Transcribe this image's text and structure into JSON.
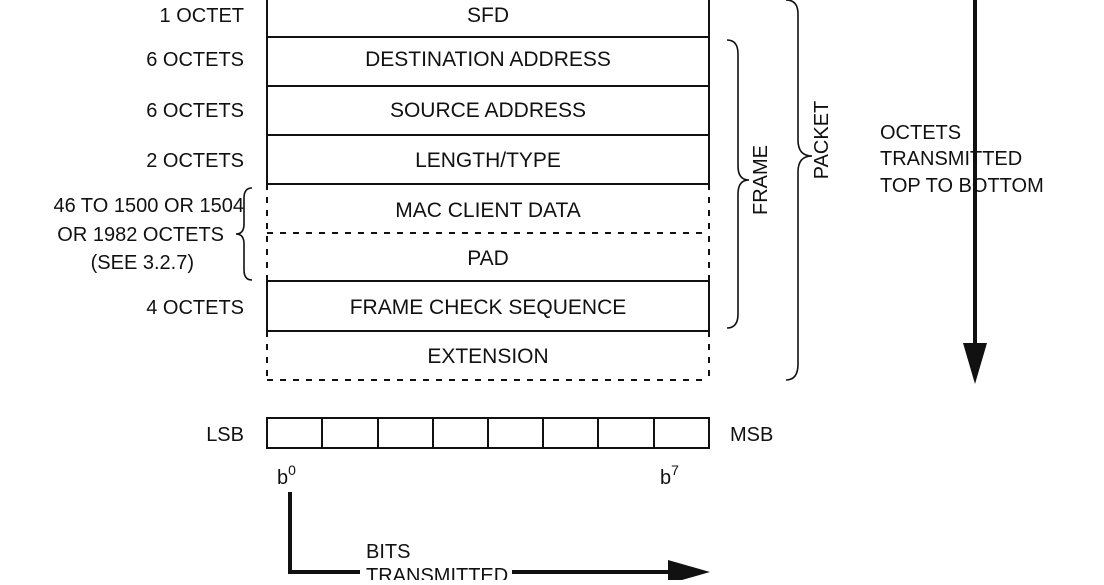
{
  "rows": [
    {
      "size": "1 OCTET",
      "name": "SFD"
    },
    {
      "size": "6 OCTETS",
      "name": "DESTINATION ADDRESS"
    },
    {
      "size": "6 OCTETS",
      "name": "SOURCE ADDRESS"
    },
    {
      "size": "2 OCTETS",
      "name": "LENGTH/TYPE"
    },
    {
      "size": "",
      "name": "MAC CLIENT DATA"
    },
    {
      "size": "",
      "name": "PAD"
    },
    {
      "size": "4 OCTETS",
      "name": "FRAME CHECK SEQUENCE"
    },
    {
      "size": "",
      "name": "EXTENSION"
    }
  ],
  "data_size_lines": [
    "46 TO 1500 OR 1504",
    "OR 1982 OCTETS",
    "(SEE 3.2.7)"
  ],
  "frame_label": "FRAME",
  "packet_label": "PACKET",
  "octet_order_lines": [
    "OCTETS",
    "TRANSMITTED",
    "TOP TO BOTTOM"
  ],
  "bits": {
    "lsb": "LSB",
    "msb": "MSB",
    "first_bit_base": "b",
    "first_bit_sup": "0",
    "last_bit_base": "b",
    "last_bit_sup": "7",
    "order_lines": [
      "BITS",
      "TRANSMITTED"
    ]
  }
}
